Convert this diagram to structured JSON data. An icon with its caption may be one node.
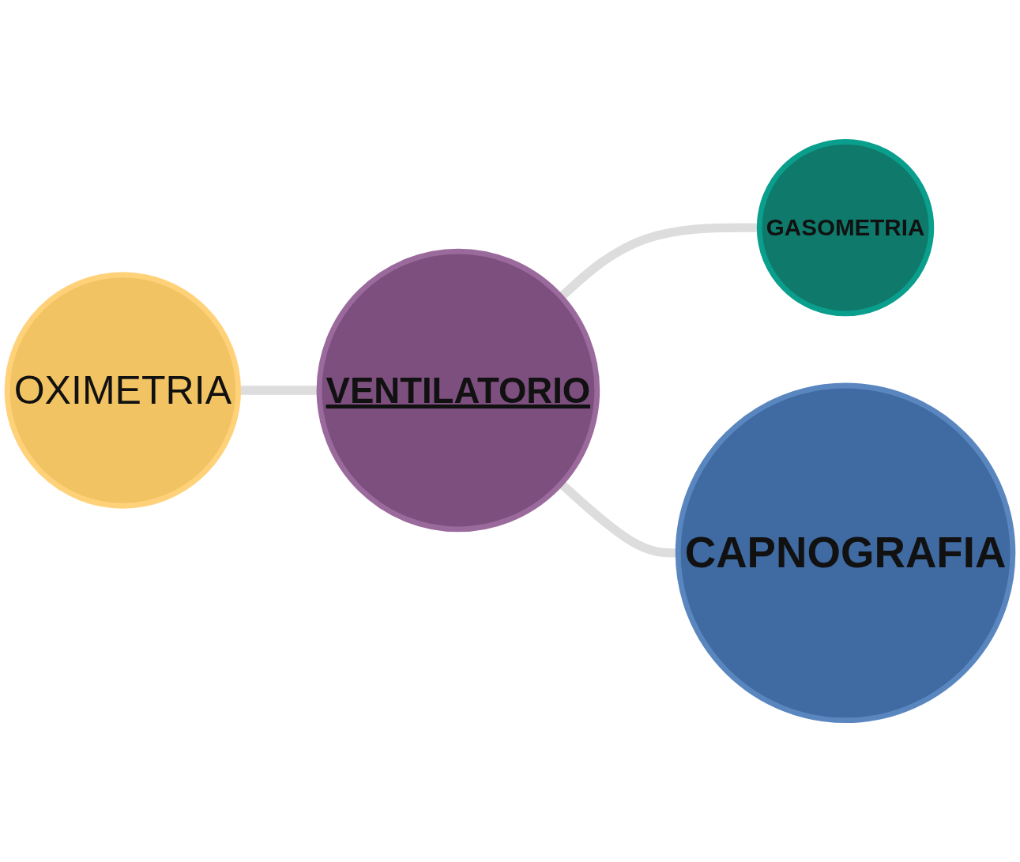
{
  "diagram": {
    "nodes": [
      {
        "text": [
          "GASOMETRIA"
        ]
      },
      {
        "text": [
          "VENTILATORIO"
        ]
      },
      {
        "text": [
          "OXIMETRIA"
        ]
      },
      {
        "text": [
          "CAPNOGRAFIA"
        ]
      }
    ],
    "edges": [
      {
        "from": 1,
        "to": 0,
        "arrow": "none"
      },
      {
        "from": 2,
        "to": 1,
        "arrow": "none"
      },
      {
        "from": 1,
        "to": 3,
        "arrow": "none"
      }
    ]
  }
}
